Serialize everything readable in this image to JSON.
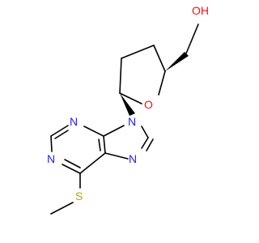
{
  "colors": {
    "carbon": "#000000",
    "nitrogen": "#2020ff",
    "oxygen": "#ff0d0d",
    "sulfur": "#b8a100",
    "background": "#ffffff"
  },
  "atoms": {
    "oh": "OH",
    "ring_o": "O",
    "n9": "N",
    "n3": "N",
    "n1": "N",
    "n7": "N",
    "s": "S"
  }
}
